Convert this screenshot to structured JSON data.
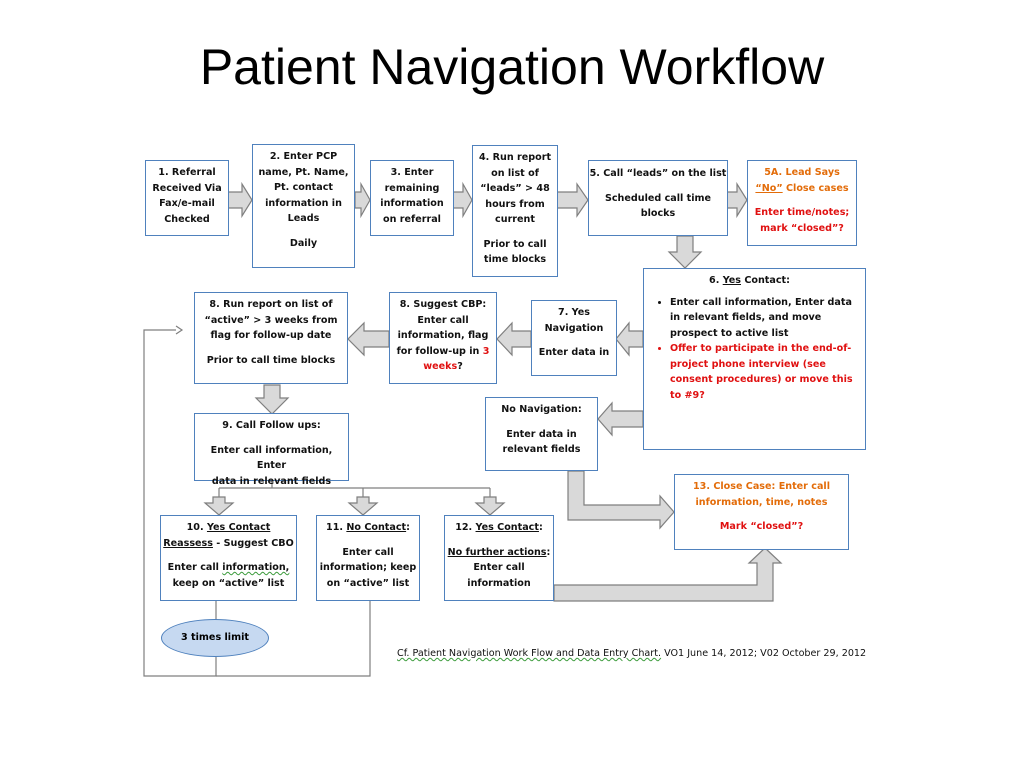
{
  "title": "Patient Navigation Workflow",
  "boxes": {
    "b1": {
      "lines": [
        "1. Referral",
        "Received Via",
        "Fax/e-mail",
        "Checked"
      ]
    },
    "b2": {
      "lines": [
        "2. Enter PCP",
        "name, Pt. Name,",
        "Pt. contact",
        "information in",
        "Leads"
      ],
      "note": "Daily"
    },
    "b3": {
      "lines": [
        "3. Enter",
        "remaining",
        "information",
        "on referral"
      ]
    },
    "b4": {
      "lines": [
        "4. Run report",
        "on list of",
        "“leads” > 48",
        "hours from",
        "current"
      ],
      "note_lines": [
        "Prior to call",
        "time blocks"
      ]
    },
    "b5": {
      "line1": "5. Call  “leads”  on the list",
      "note_lines": [
        "Scheduled  call  time",
        "blocks"
      ]
    },
    "b5a": {
      "line1": "5A. Lead  Says",
      "no": "“No”",
      "line2_rest": " Close  cases",
      "note_lines": [
        "Enter time/notes;",
        "mark “closed”?"
      ]
    },
    "b6": {
      "head_pre": "6. ",
      "head_yes": "Yes",
      "head_post": " Contact:",
      "bullet1": "Enter call information,  Enter data in relevant fields, and move prospect to active list",
      "bullet2": "Offer to participate in the end-of-project phone interview (see consent  procedures) or move this to #9?"
    },
    "b7": {
      "lines": [
        "7. Yes",
        "Navigation"
      ],
      "note": "Enter data in"
    },
    "b8s": {
      "lines": [
        "8. Suggest CBP:",
        "Enter call",
        "information,  flag"
      ],
      "line4_pre": "for follow-up  in ",
      "line4_red": "3",
      "line5_red": "weeks",
      "line5_post": "?"
    },
    "b8r": {
      "lines": [
        "8. Run report  on list of",
        "“active”  > 3 weeks  from",
        "flag for follow-up  date"
      ],
      "note": "Prior to call  time blocks"
    },
    "b9": {
      "head": "9. Call  Follow  ups:",
      "lines": [
        "Enter call  information,  Enter",
        "data in  relevant fields"
      ]
    },
    "bnn": {
      "head": "No Navigation:",
      "lines": [
        "Enter data in",
        "relevant fields"
      ]
    },
    "b10": {
      "pre": "10. ",
      "yes": "Yes Contact",
      "reassess": "Reassess",
      "reassess_post": " - Suggest CBO",
      "l3_pre": "Enter call ",
      "l3_wavy": "information,",
      "l4": "keep on “active”  list"
    },
    "b11": {
      "pre": "11. ",
      "no": "No Contact",
      "post": ":",
      "lines": [
        "Enter call",
        "information;  keep",
        "on “active” list"
      ]
    },
    "b12": {
      "pre": "12. ",
      "yes": "Yes Contact",
      "post": ":",
      "nfa": "No further actions",
      "nfa_post": ":",
      "lines": [
        "Enter call",
        "information"
      ]
    },
    "b13": {
      "lines": [
        "13. Close  Case:  Enter call",
        "information,  time, notes"
      ],
      "mark": "Mark “closed”?"
    }
  },
  "oval": "3 times limit",
  "citation": {
    "wavy": "Cf. Patient  Navigation  Work Flow and Data Entry Chart.",
    "rest": " VO1 June  14, 2012; V02 October  29,  2012"
  },
  "colors": {
    "border": "#4f81bd",
    "arrow_fill": "#d9d9d9",
    "arrow_stroke": "#7f7f7f",
    "red": "#e01010",
    "orange": "#e36c09",
    "oval_fill": "#c6d9f1"
  }
}
